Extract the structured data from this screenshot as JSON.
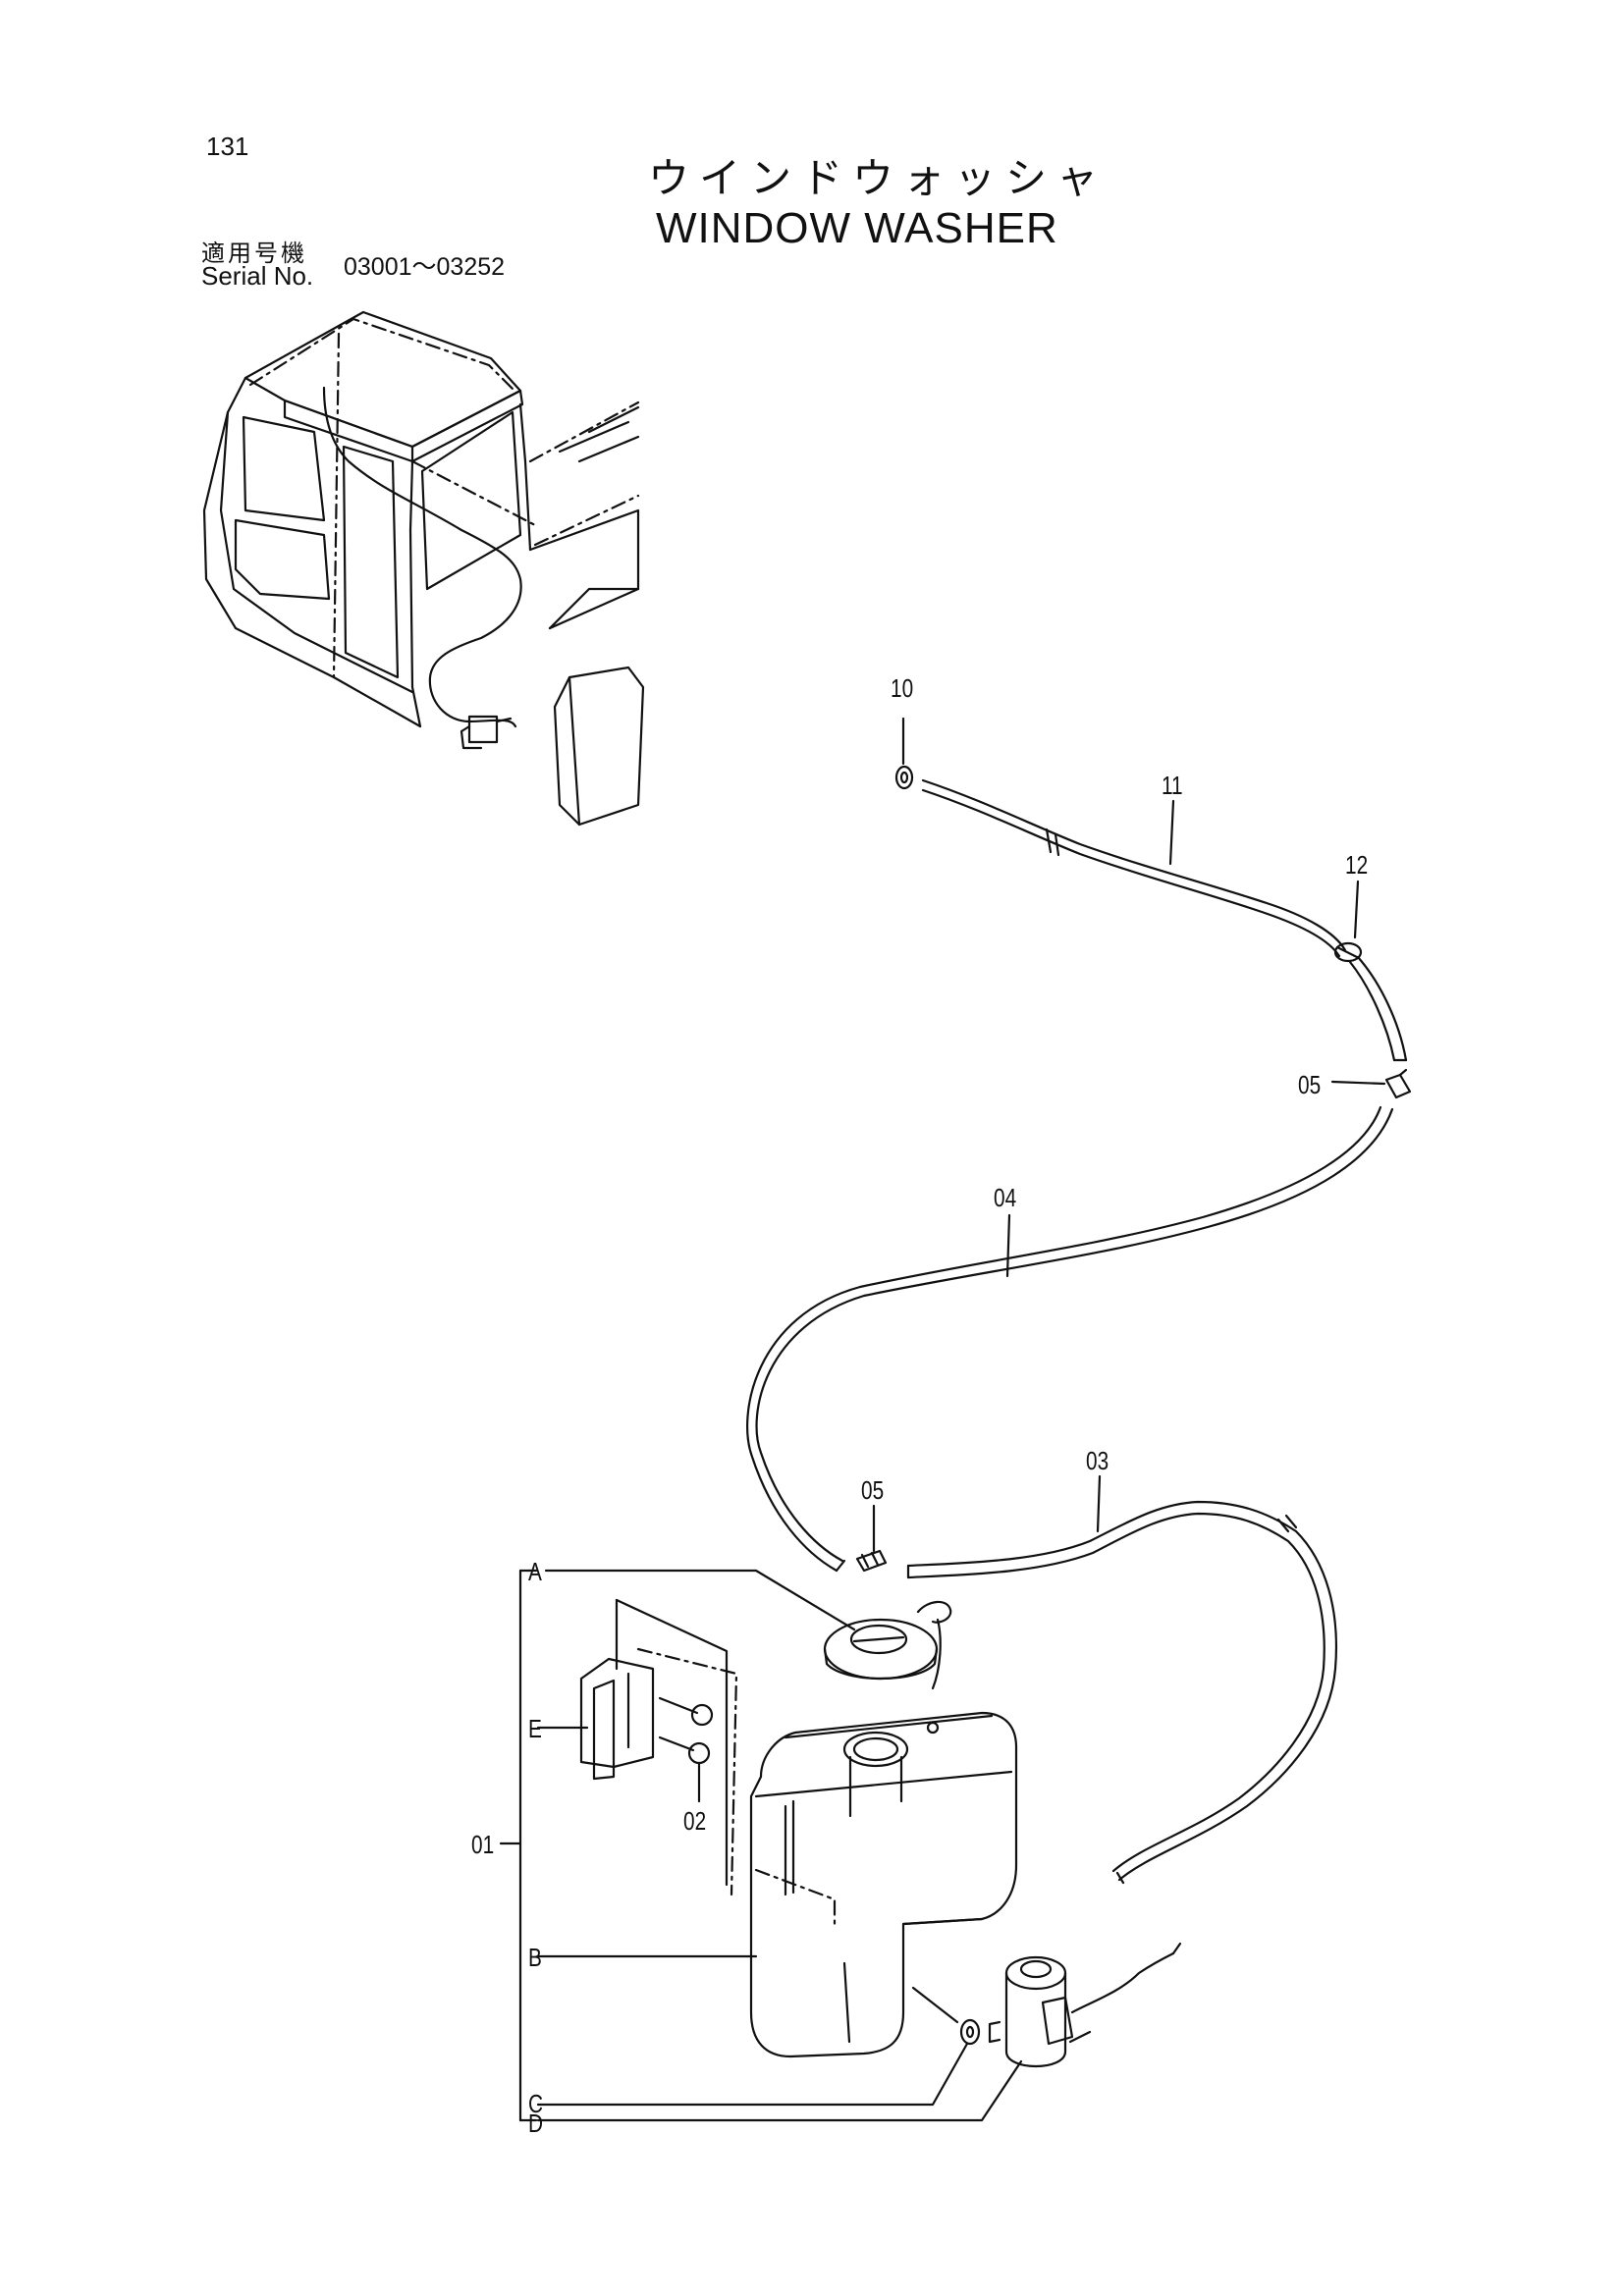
{
  "header": {
    "page_number": "131",
    "title_ja": "ウインドウォッシャ",
    "title_en": "WINDOW WASHER",
    "serial_label_ja": "適用号機",
    "serial_label_en": "Serial No.",
    "serial_range": "03001～03252"
  },
  "callouts": {
    "p10": "10",
    "p11": "11",
    "p12": "12",
    "p05_top": "05",
    "p04": "04",
    "p05_mid": "05",
    "p03": "03",
    "p02": "02",
    "p01": "01",
    "sub_a": "A",
    "sub_e": "E",
    "sub_b": "B",
    "sub_c": "C",
    "sub_d": "D"
  }
}
